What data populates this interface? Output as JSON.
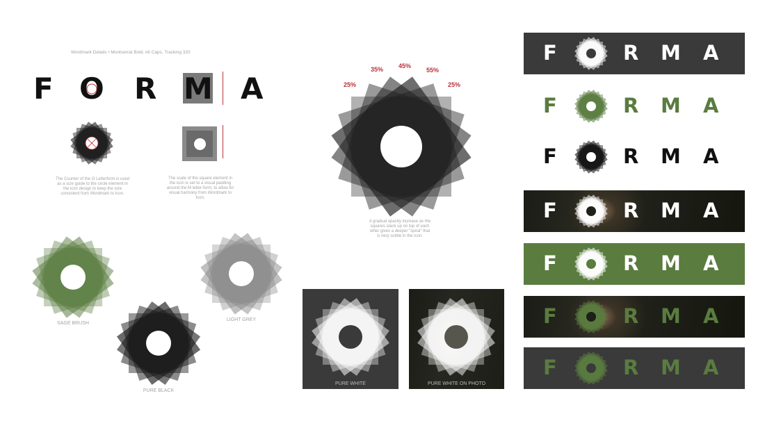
{
  "header": {
    "details": "Wordmark Details  •  Montserrat Bold, All Caps, Tracking 320"
  },
  "wordmark": {
    "letters": [
      "F",
      "O",
      "R",
      "M",
      "A"
    ]
  },
  "captions": {
    "o_counter": "The Counter of the O Letterform is used as a size guide to the circle element in the icon design to keep the size consistent from Wordmark to Icon.",
    "m_square": "The scale of the square element in the icon is set to a visual padding around the M letter-form, to allow for visual harmony from Wordmark to Icon.",
    "opacity": "A gradual opacity increase as the squares stack up on top of each other gives a deeper \"spiral\" that is very subtle in the icon."
  },
  "opacity_labels": [
    "25%",
    "35%",
    "45%",
    "55%",
    "25%"
  ],
  "variants": {
    "sage": "SAGE BRUSH",
    "light_grey": "LIGHT GREY",
    "black": "PURE BLACK"
  },
  "panels": {
    "white": "PURE WHITE",
    "white_photo": "PURE WHITE ON PHOTO"
  },
  "bars": [
    {
      "letters": [
        "F",
        "R",
        "M",
        "A"
      ],
      "bg": "#3a3a3a",
      "fg": "#ffffff",
      "icon": "#ffffff",
      "photo": false
    },
    {
      "letters": [
        "F",
        "R",
        "M",
        "A"
      ],
      "bg": "#ffffff",
      "fg": "#5a7c3f",
      "icon": "#5a7c3f",
      "photo": false
    },
    {
      "letters": [
        "F",
        "R",
        "M",
        "A"
      ],
      "bg": "#ffffff",
      "fg": "#111111",
      "icon": "#111111",
      "photo": false
    },
    {
      "letters": [
        "F",
        "R",
        "M",
        "A"
      ],
      "bg": "#1d1f18",
      "fg": "#ffffff",
      "icon": "#ffffff",
      "photo": true
    },
    {
      "letters": [
        "F",
        "R",
        "M",
        "A"
      ],
      "bg": "#5a7c3f",
      "fg": "#ffffff",
      "icon": "#ffffff",
      "photo": false
    },
    {
      "letters": [
        "F",
        "R",
        "M",
        "A"
      ],
      "bg": "#1d1f18",
      "fg": "#5a7c3f",
      "icon": "#5a7c3f",
      "photo": true
    },
    {
      "letters": [
        "F",
        "R",
        "M",
        "A"
      ],
      "bg": "#3a3a3a",
      "fg": "#5a7c3f",
      "icon": "#5a7c3f",
      "photo": false
    }
  ],
  "colors": {
    "sage": "#5a7c3f",
    "dark": "#3a3a3a",
    "accent_red": "#b8343a",
    "grey": "#a3a3a3"
  }
}
